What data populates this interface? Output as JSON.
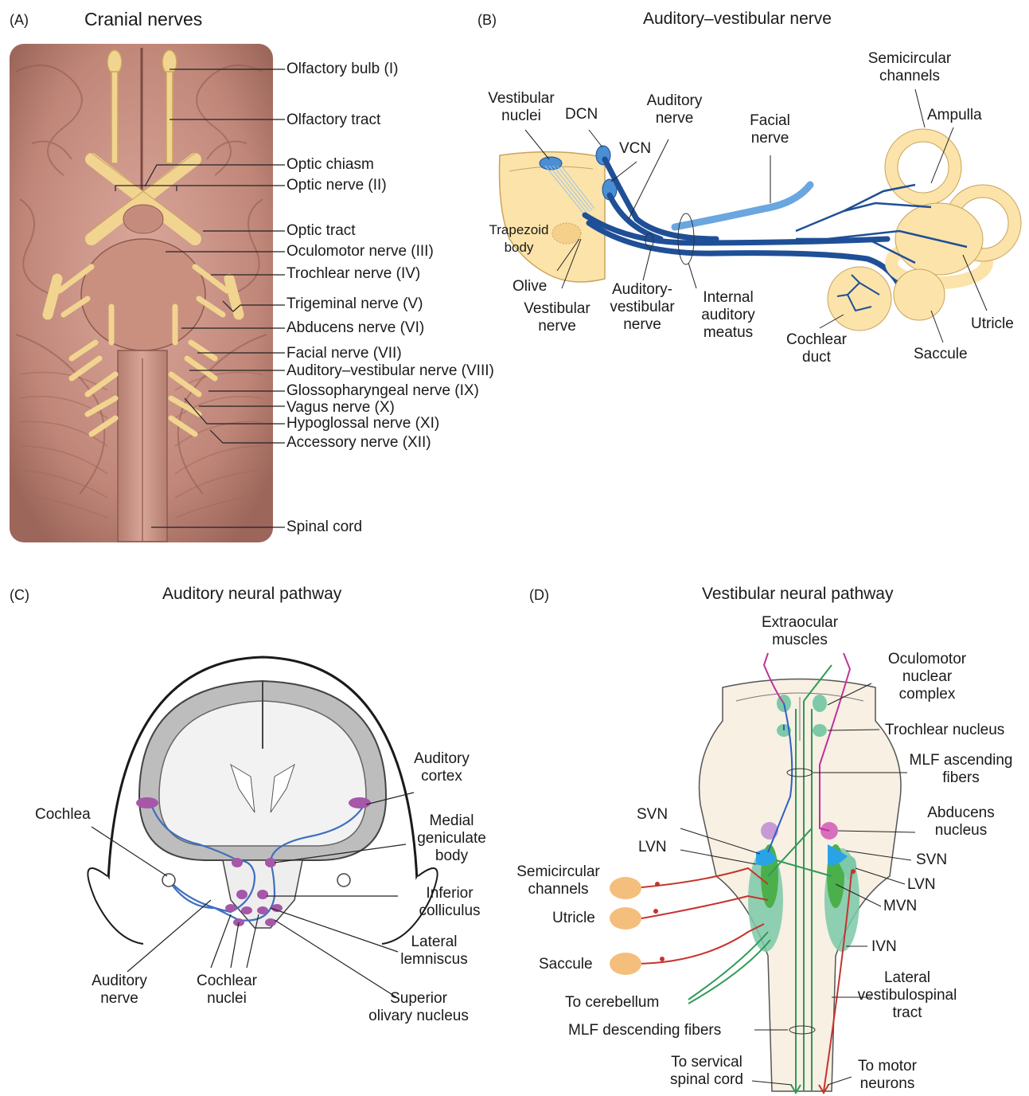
{
  "panelA": {
    "letter": "(A)",
    "title": "Cranial nerves",
    "labels": {
      "olfactory_bulb": "Olfactory bulb (I)",
      "olfactory_tract": "Olfactory tract",
      "optic_chiasm": "Optic chiasm",
      "optic_nerve": "Optic nerve (II)",
      "optic_tract": "Optic tract",
      "oculomotor": "Oculomotor nerve (III)",
      "trochlear": "Trochlear nerve (IV)",
      "trigeminal": "Trigeminal nerve (V)",
      "abducens": "Abducens nerve (VI)",
      "facial": "Facial nerve (VII)",
      "auditory_vestibular": "Auditory–vestibular nerve (VIII)",
      "glossopharyngeal": "Glossopharyngeal nerve (IX)",
      "vagus": "Vagus nerve (X)",
      "hypoglossal": "Hypoglossal nerve (XI)",
      "accessory": "Accessory nerve (XII)",
      "spinal_cord": "Spinal cord"
    }
  },
  "panelB": {
    "letter": "(B)",
    "title": "Auditory–vestibular nerve",
    "labels": {
      "vestibular_nuclei": "Vestibular\nnuclei",
      "dcn": "DCN",
      "auditory_nerve": "Auditory\nnerve",
      "vcn": "VCN",
      "facial_nerve": "Facial\nnerve",
      "semicircular_channels": "Semicircular\nchannels",
      "ampulla": "Ampulla",
      "trapezoid_body": "Trapezoid\nbody",
      "olive": "Olive",
      "vestibular_nerve": "Vestibular\nnerve",
      "auditory_vestibular_nerve": "Auditory-\nvestibular\nnerve",
      "internal_auditory_meatus": "Internal\nauditory\nmeatus",
      "cochlear_duct": "Cochlear\nduct",
      "saccule": "Saccule",
      "utricle": "Utricle"
    }
  },
  "panelC": {
    "letter": "(C)",
    "title": "Auditory neural pathway",
    "labels": {
      "cochlea": "Cochlea",
      "auditory_cortex": "Auditory\ncortex",
      "medial_geniculate": "Medial\ngeniculate\nbody",
      "inferior_colliculus": "Inferior\ncolliculus",
      "lateral_lemniscus": "Lateral\nlemniscus",
      "superior_olivary": "Superior\nolivary nucleus",
      "auditory_nerve": "Auditory\nnerve",
      "cochlear_nuclei": "Cochlear\nnuclei"
    }
  },
  "panelD": {
    "letter": "(D)",
    "title": "Vestibular neural pathway",
    "labels": {
      "extraocular_muscles": "Extraocular\nmuscles",
      "oculomotor_complex": "Oculomotor\nnuclear\ncomplex",
      "trochlear_nucleus": "Trochlear nucleus",
      "mlf_ascending": "MLF ascending\nfibers",
      "abducens_nucleus": "Abducens\nnucleus",
      "svn_left": "SVN",
      "lvn_left": "LVN",
      "svn_right": "SVN",
      "lvn_right": "LVN",
      "mvn": "MVN",
      "ivn": "IVN",
      "semicircular_channels": "Semicircular\nchannels",
      "utricle": "Utricle",
      "saccule": "Saccule",
      "lateral_vestibulospinal": "Lateral\nvestibulospinal\ntract",
      "to_cerebellum": "To cerebellum",
      "mlf_descending": "MLF descending fibers",
      "to_servical": "To servical\nspinal cord",
      "to_motor": "To motor\nneurons"
    }
  },
  "colors": {
    "brain": "#c99488",
    "nerve": "#f1d48f",
    "blue_nerve": "#1f4f96",
    "cochlea_fill": "#fbe3aa",
    "auditory_path": "#3f6fbf",
    "nucleus_purple": "#a657a8",
    "vestibular_green": "#2f9a57",
    "red_path": "#c6332e",
    "magenta_path": "#c0319a",
    "orange_organ": "#f4be7c",
    "brainstem_fill": "#f7f0e3"
  }
}
